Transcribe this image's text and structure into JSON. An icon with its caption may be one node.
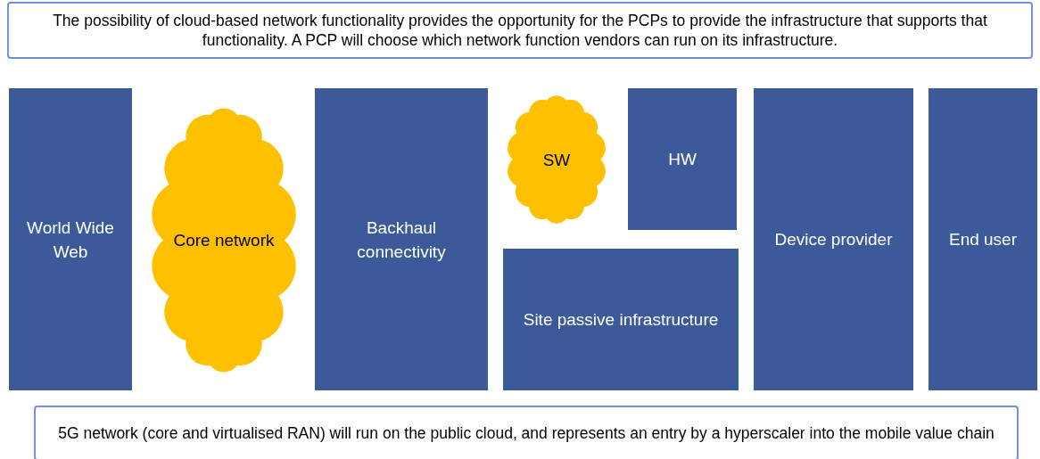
{
  "diagram": {
    "nodes": [
      {
        "text": [
          "The possibility of cloud-based network functionality provides the opportunity for the PCPs to provide the infrastructure that supports that functionality. A PCP will choose which network function vendors can run on its infrastructure."
        ]
      },
      {
        "text": [
          "World Wide Web"
        ]
      },
      {
        "text": [
          "Core network"
        ]
      },
      {
        "text": [
          "Backhaul connectivity"
        ]
      },
      {
        "text": [
          "SW"
        ]
      },
      {
        "text": [
          "HW"
        ]
      },
      {
        "text": [
          "Site passive infrastructure"
        ]
      },
      {
        "text": [
          "Device provider"
        ]
      },
      {
        "text": [
          "End user"
        ]
      },
      {
        "text": [
          "5G network (core and virtualised RAN) will run on the public cloud, and represents an entry by a hyperscaler into the mobile value chain"
        ]
      }
    ],
    "edges": []
  }
}
